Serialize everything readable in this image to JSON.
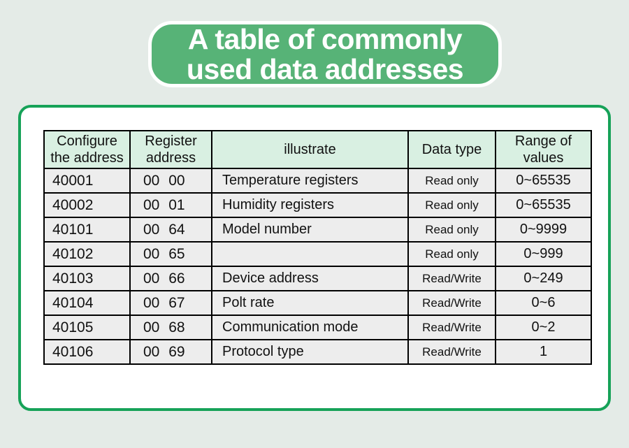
{
  "banner": {
    "title_line1": "A table of commonly",
    "title_line2": "used data addresses"
  },
  "colors": {
    "page_bg": "#e4ebe7",
    "banner_green": "#57b377",
    "banner_outline": "#ffffff",
    "card_border_green": "#16a258",
    "header_mint": "#d9f0e2",
    "row_gray": "#ededed",
    "table_border": "#000000",
    "title_text": "#ffffff",
    "body_text": "#111111"
  },
  "table": {
    "headers": [
      "Configure\nthe address",
      "Register\naddress",
      "illustrate",
      "Data type",
      "Range of\nvalues"
    ],
    "rows": [
      [
        "40001",
        "00 00",
        "Temperature registers",
        "Read only",
        "0~65535"
      ],
      [
        "40002",
        "00 01",
        "Humidity registers",
        "Read only",
        "0~65535"
      ],
      [
        "40101",
        "00 64",
        "Model number",
        "Read only",
        "0~9999"
      ],
      [
        "40102",
        "00 65",
        "",
        "Read only",
        "0~999"
      ],
      [
        "40103",
        "00 66",
        "Device address",
        "Read/Write",
        "0~249"
      ],
      [
        "40104",
        "00 67",
        "Polt rate",
        "Read/Write",
        "0~6"
      ],
      [
        "40105",
        "00 68",
        "Communication mode",
        "Read/Write",
        "0~2"
      ],
      [
        "40106",
        "00 69",
        "Protocol type",
        "Read/Write",
        "1"
      ]
    ]
  }
}
